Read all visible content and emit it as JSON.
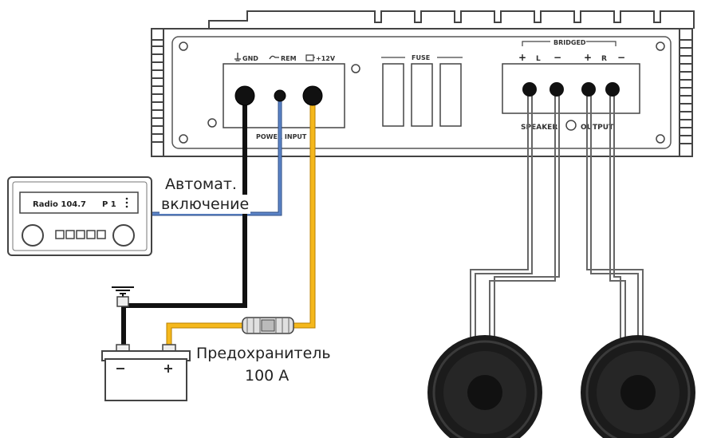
{
  "amplifier": {
    "gnd_label": "GND",
    "rem_label": "REM",
    "plus12_label": "+12V",
    "power_input_label": "POWER INPUT",
    "fuse_label": "FUSE",
    "bridged_label": "BRIDGED",
    "left_plus": "+",
    "left_channel": "L",
    "left_minus": "−",
    "right_plus": "+",
    "right_channel": "R",
    "right_minus": "−",
    "speaker_label": "SPEAKER",
    "output_label": "OUTPUT"
  },
  "radio": {
    "display_text": "Radio 104.7",
    "preset_text": "P 1"
  },
  "labels": {
    "remote_line1": "Автомат.",
    "remote_line2": "включение",
    "fuse_line1": "Предохранитель",
    "fuse_line2": "100 А"
  },
  "colors": {
    "ground_wire": "#111111",
    "remote_wire": "#5b83c6",
    "power_wire": "#f5b81c",
    "speaker_wire": "#666666"
  }
}
